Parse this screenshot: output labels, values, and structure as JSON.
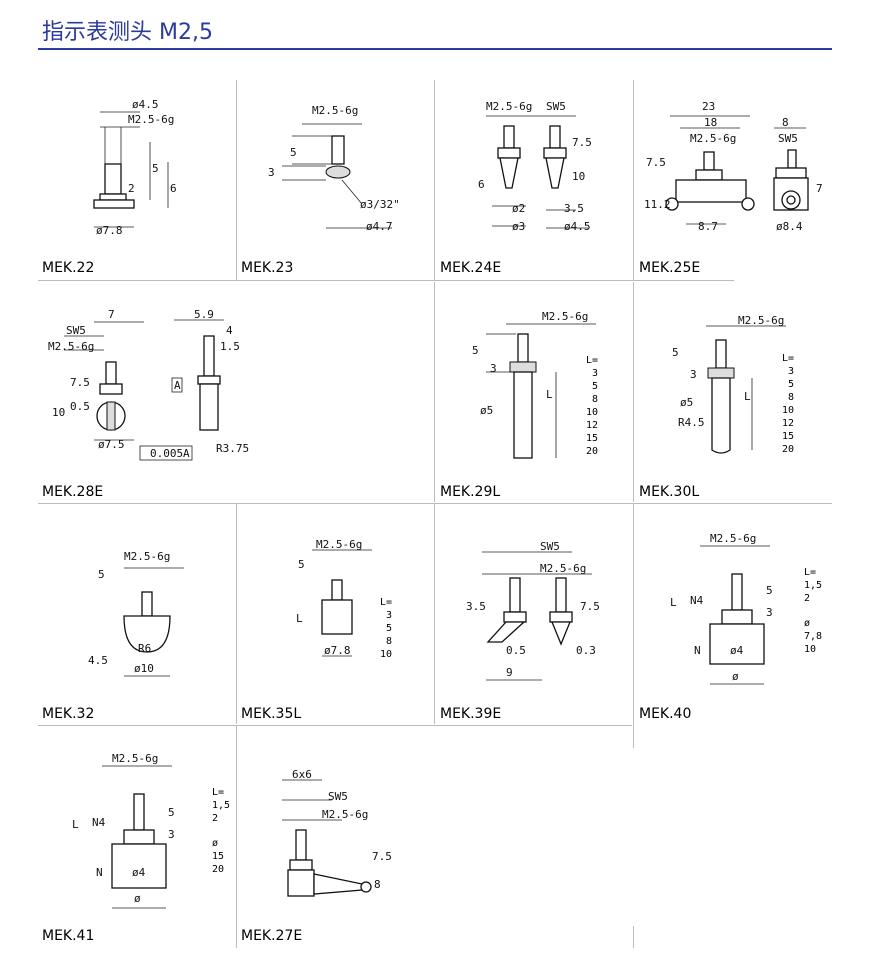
{
  "title": "指示表测头 M2,5",
  "cells": [
    {
      "label": "MEK.22",
      "dims": [
        "ø4.5",
        "M2.5-6g",
        "5",
        "2",
        "6",
        "ø7.8"
      ]
    },
    {
      "label": "MEK.23",
      "dims": [
        "M2.5-6g",
        "5",
        "3",
        "ø3/32\"",
        "ø4.7"
      ]
    },
    {
      "label": "MEK.24E",
      "dims": [
        "M2.5-6g",
        "SW5",
        "7.5",
        "10",
        "6",
        "ø2",
        "3.5",
        "ø3",
        "ø4.5"
      ]
    },
    {
      "label": "MEK.25E",
      "dims": [
        "23",
        "18",
        "M2.5-6g",
        "8",
        "SW5",
        "7.5",
        "11.2",
        "7",
        "8.7",
        "ø8.4"
      ]
    },
    {
      "label": "MEK.28E",
      "dims": [
        "7",
        "SW5",
        "M2.5-6g",
        "7.5",
        "0.5",
        "10",
        "ø7.5",
        "5.9",
        "4",
        "1.5",
        "A",
        "0.005",
        "A",
        "R3.75"
      ]
    },
    {
      "label": "MEK.29L",
      "dims": [
        "M2.5-6g",
        "5",
        "3",
        "ø5",
        "L"
      ],
      "lvalues": [
        "L=",
        "3",
        "5",
        "8",
        "10",
        "12",
        "15",
        "20"
      ]
    },
    {
      "label": "MEK.30L",
      "dims": [
        "M2.5-6g",
        "5",
        "3",
        "ø5",
        "R4.5",
        "L"
      ],
      "lvalues": [
        "L=",
        "3",
        "5",
        "8",
        "10",
        "12",
        "15",
        "20"
      ]
    },
    {
      "label": "MEK.32",
      "dims": [
        "M2.5-6g",
        "5",
        "4.5",
        "R6",
        "ø10"
      ]
    },
    {
      "label": "MEK.35L",
      "dims": [
        "M2.5-6g",
        "5",
        "L",
        "ø7.8"
      ],
      "lvalues": [
        "L=",
        "3",
        "5",
        "8",
        "10"
      ]
    },
    {
      "label": "MEK.39E",
      "dims": [
        "SW5",
        "M2.5-6g",
        "3.5",
        "7.5",
        "0.5",
        "0.3",
        "9"
      ]
    },
    {
      "label": "MEK.40",
      "dims": [
        "M2.5-6g",
        "N4",
        "5",
        "3",
        "L",
        "N",
        "ø4",
        "ø"
      ],
      "lvalues": [
        "L=",
        "1,5",
        "2",
        "ø",
        "7,8",
        "10"
      ]
    },
    {
      "label": "MEK.41",
      "dims": [
        "M2.5-6g",
        "N4",
        "5",
        "3",
        "L",
        "N",
        "ø4",
        "ø"
      ],
      "lvalues": [
        "L=",
        "1,5",
        "2",
        "ø",
        "15",
        "20"
      ]
    },
    {
      "label": "MEK.27E",
      "dims": [
        "6x6",
        "SW5",
        "M2.5-6g",
        "7.5",
        "8"
      ]
    }
  ]
}
